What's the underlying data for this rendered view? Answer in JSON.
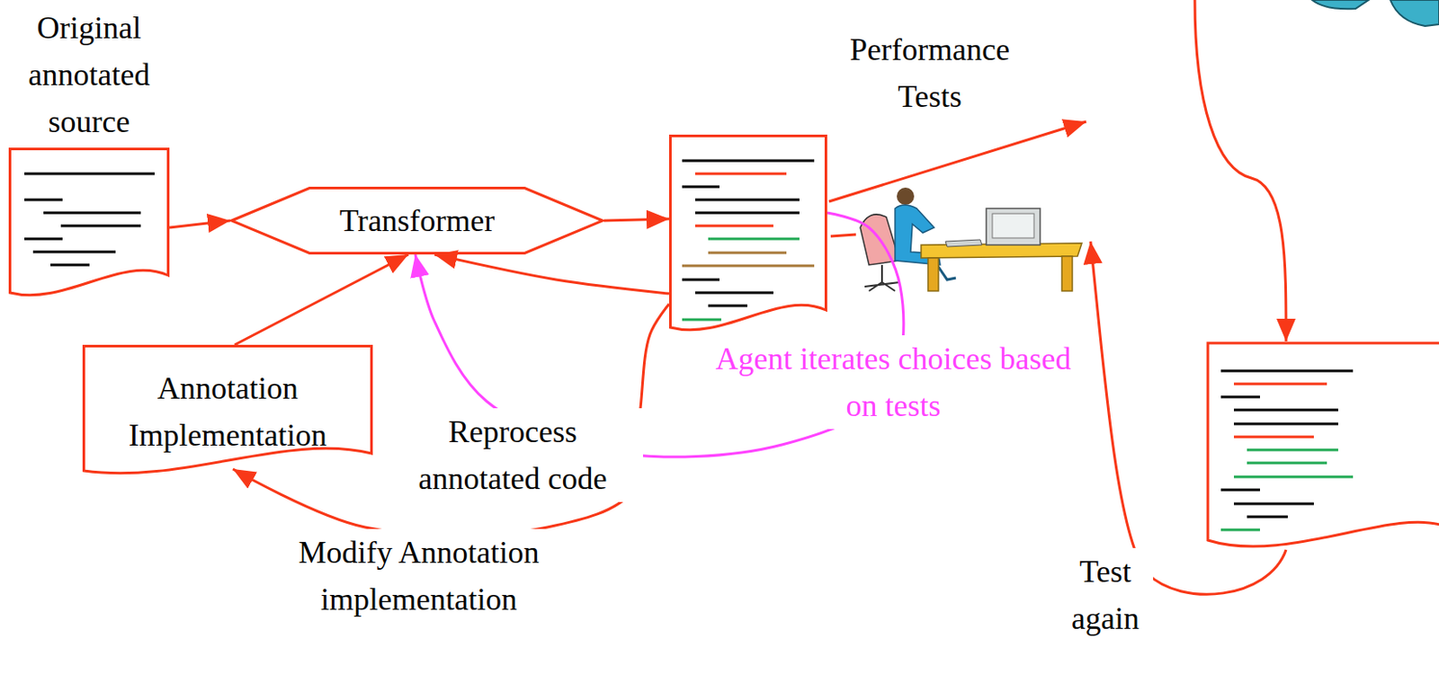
{
  "diagram": {
    "nodes": [
      {
        "text": [
          "Original annotated source"
        ]
      },
      {
        "text": [
          "Transformer"
        ]
      },
      {
        "text": [
          "Annotation Implementation"
        ]
      },
      {
        "text": []
      }
    ],
    "edges": [
      {
        "from": 0,
        "to": 1,
        "arrow": "to"
      },
      {
        "from": 2,
        "to": 1,
        "arrow": "to"
      },
      {
        "from": 1,
        "to": 3,
        "arrow": "to"
      },
      {
        "from": 3,
        "to": 1,
        "label": "Reprocess annotated code",
        "arrow": "to"
      },
      {
        "from": 3,
        "to": 2,
        "label": "Modify Annotation implementation",
        "arrow": "to"
      },
      {
        "from": 3,
        "to": 1,
        "label": "Agent iterates choices based on tests",
        "arrow": "to"
      }
    ],
    "labels": [
      "Performance Tests",
      "Test again"
    ]
  }
}
